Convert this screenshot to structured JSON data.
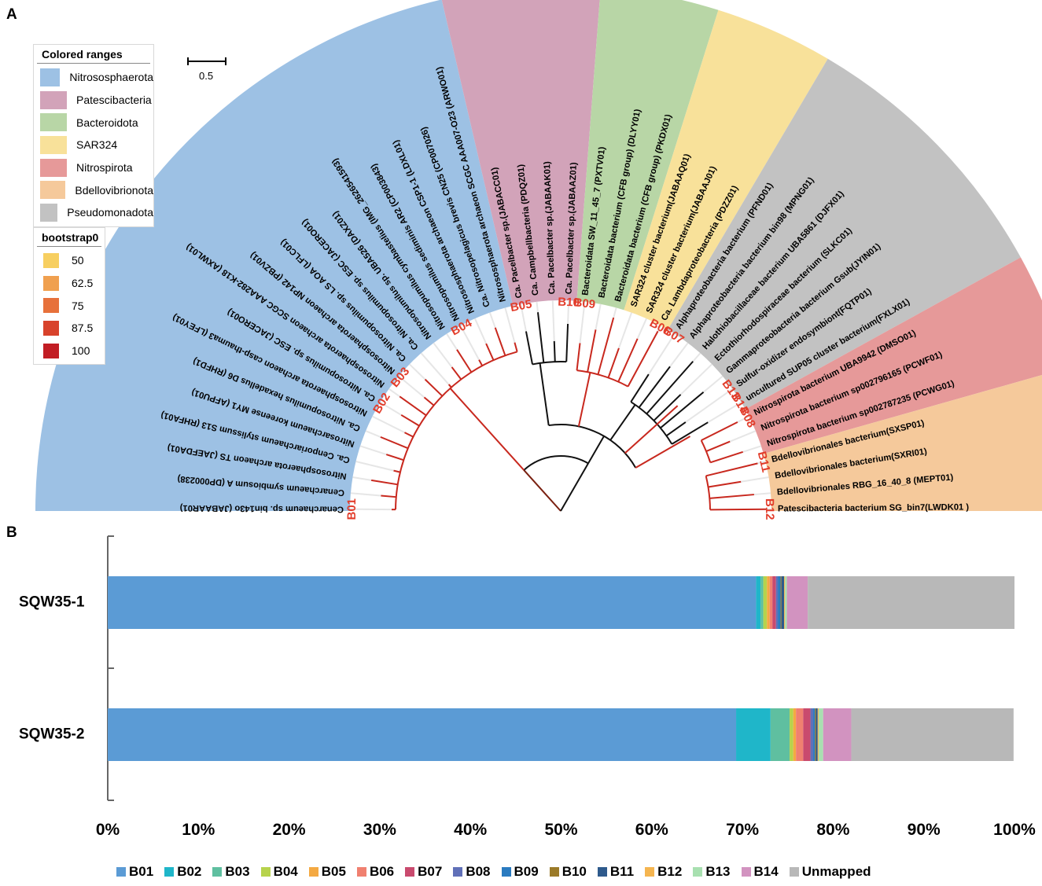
{
  "panels": {
    "a": "A",
    "b": "B"
  },
  "legend_ranges": {
    "title": "Colored ranges",
    "items": [
      {
        "label": "Nitrososphaerota",
        "color": "#9dc1e4"
      },
      {
        "label": "Patescibacteria",
        "color": "#d2a3b9"
      },
      {
        "label": "Bacteroidota",
        "color": "#b8d6a6"
      },
      {
        "label": "SAR324",
        "color": "#f8e19a"
      },
      {
        "label": "Nitrospirota",
        "color": "#e69999"
      },
      {
        "label": "Bdellovibrionota",
        "color": "#f5c99b"
      },
      {
        "label": "Pseudomonadota",
        "color": "#c2c2c2"
      }
    ]
  },
  "legend_bootstrap": {
    "title": "bootstrap0",
    "items": [
      {
        "label": "50",
        "color": "#f7cf60"
      },
      {
        "label": "62.5",
        "color": "#f0a04f"
      },
      {
        "label": "75",
        "color": "#e7713b"
      },
      {
        "label": "87.5",
        "color": "#d8422b"
      },
      {
        "label": "100",
        "color": "#c21d24"
      }
    ]
  },
  "scale": {
    "label": "0.5"
  },
  "tree": {
    "tips": [
      {
        "label": "Cenarchaeum sp. bin143o (JABAAR01)",
        "group": 0
      },
      {
        "label": "Cenarchaeum symbiosum A (DP000238)",
        "group": 0
      },
      {
        "label": "Nitrososphaerota archaeon TS (JAEFDA01)",
        "group": 0
      },
      {
        "label": "Ca. Cenporiarchaeum stylissum S13 (RHFA01)",
        "group": 0
      },
      {
        "label": "Nitrosarchaeum koreense MY1 (AFPU01)",
        "group": 0
      },
      {
        "label": "Ca. Nitrosopumilus hexadellus D6 (RHFD1)",
        "group": 0
      },
      {
        "label": "Nitrososphaerota archaeon casp-thauma3 (LFEY01)",
        "group": 0
      },
      {
        "label": "Ca. Nitrosopumilus sp. ESC (JACERO01)",
        "group": 0
      },
      {
        "label": "Nitrososphaerota archaeon SCGC AAA282-K18 (AXWL01)",
        "group": 0
      },
      {
        "label": "Nitrososphaerota archaeon NP142 (PBZV01)",
        "group": 0
      },
      {
        "label": "Ca. Nitrosopumilus sp. LS AOA (LFLC01)",
        "group": 0
      },
      {
        "label": "Ca. Nitrosopumilus sp. ESC (JACERO01)",
        "group": 0
      },
      {
        "label": "Nitrosopumilus sp. UBA526 (DAXZ01)",
        "group": 0
      },
      {
        "label": "Nitrosopumilus cymbastelius (IMG_2626541593)",
        "group": 0
      },
      {
        "label": "Nitrosopumilus sediminis AR2 (CP003843)",
        "group": 0
      },
      {
        "label": "Nitrososphaerota archaeon CSP1-1 (LDXL01)",
        "group": 0
      },
      {
        "label": "Ca. Nitrosopelagicus brevis CN25 (CP007026)",
        "group": 0
      },
      {
        "label": "Nitrososphaerota archaeon SCGC AAA007-O23 (ARWO01)",
        "group": 0
      },
      {
        "label": "Ca. Pacelbacter sp.(JABACC01)",
        "group": 1
      },
      {
        "label": "Ca. Campbellbacteria (PDQZ01)",
        "group": 1
      },
      {
        "label": "Ca. Pacelbacter sp.(JABAAK01)",
        "group": 1
      },
      {
        "label": "Ca. Pacelbacter sp.(JABAAZ01)",
        "group": 1
      },
      {
        "label": "Bacteroidata SW_11_45_7 (PXTV01)",
        "group": 2
      },
      {
        "label": "Bacteroidata bacterium (CFB group) (DLYY01)",
        "group": 2
      },
      {
        "label": "Bacteroidata bacterium (CFB group) (PKDX01)",
        "group": 2
      },
      {
        "label": "SAR324 cluster bacterium(JABAAQ01)",
        "group": 3
      },
      {
        "label": "SAR324 cluster bacterium(JABAAJ01)",
        "group": 3
      },
      {
        "label": "Ca. Lambdaproteobacteria (PDZZ01)",
        "group": 3
      },
      {
        "label": "Alphaproteobacteria bacterium (PFND01)",
        "group": 6
      },
      {
        "label": "Alphaproteobacteria bacterium bin98 (MPNG01)",
        "group": 6
      },
      {
        "label": "Halothiobacillaceae bacterium UBA5861 (DJFX01)",
        "group": 6
      },
      {
        "label": "Ectothiorhodospiraceae bacterium (SLKC01)",
        "group": 6
      },
      {
        "label": "Gammaproteobacteria bacterium Gsub(JYIN01)",
        "group": 6
      },
      {
        "label": "Sulfur-oxidizer endosymbiont(FQTP01)",
        "group": 6
      },
      {
        "label": "uncultured SUP05 cluster bacterium(FXLX01)",
        "group": 6
      },
      {
        "label": "Nitrospirota bacterium UBA9942 (DMSO01)",
        "group": 4
      },
      {
        "label": "Nitrospirota bacterium sp002796165 (PCWF01)",
        "group": 4
      },
      {
        "label": "Nitrospirota bacterium sp002787235 (PCWG01)",
        "group": 4
      },
      {
        "label": "Bdellovibrionales bacterium(SXSP01)",
        "group": 5
      },
      {
        "label": "Bdellovibrionales bacterium(SXRI01)",
        "group": 5
      },
      {
        "label": "Bdellovibrionales RBG_16_40_8 (MEPT01)",
        "group": 5
      },
      {
        "label": "Patescibacteria bacterium SG_bin7(LWDK01 )",
        "group": 5
      }
    ],
    "bins": [
      {
        "label": "B01",
        "tip": 0
      },
      {
        "label": "B02",
        "tip": 7
      },
      {
        "label": "B03",
        "tip": 9
      },
      {
        "label": "B04",
        "tip": 14
      },
      {
        "label": "B05",
        "tip": 18
      },
      {
        "label": "B10",
        "tip": 21
      },
      {
        "label": "B09",
        "tip": 22
      },
      {
        "label": "B06",
        "tip": 27
      },
      {
        "label": "B07",
        "tip": 28
      },
      {
        "label": "B13",
        "tip": 33
      },
      {
        "label": "B14",
        "tip": 34
      },
      {
        "label": "B08",
        "tip": 35
      },
      {
        "label": "B11",
        "tip": 38
      },
      {
        "label": "B12",
        "tip": 41
      }
    ]
  },
  "chart_data": {
    "type": "bar",
    "orientation": "horizontal",
    "stacked": true,
    "categories": [
      "SQW35-1",
      "SQW35-2"
    ],
    "xlim": [
      0,
      100
    ],
    "x_ticks": [
      "0%",
      "10%",
      "20%",
      "30%",
      "40%",
      "50%",
      "60%",
      "70%",
      "80%",
      "90%",
      "100%"
    ],
    "legend_position": "bottom",
    "series": [
      {
        "name": "B01",
        "color": "#5b9bd5",
        "values": [
          71.5,
          69.3
        ]
      },
      {
        "name": "B02",
        "color": "#1fb6c9",
        "values": [
          0.5,
          3.8
        ]
      },
      {
        "name": "B03",
        "color": "#5fbfa0",
        "values": [
          0.3,
          2.1
        ]
      },
      {
        "name": "B04",
        "color": "#b7d34c",
        "values": [
          0.4,
          0.4
        ]
      },
      {
        "name": "B05",
        "color": "#f4a942",
        "values": [
          0.3,
          0.3
        ]
      },
      {
        "name": "B06",
        "color": "#f08070",
        "values": [
          0.3,
          0.8
        ]
      },
      {
        "name": "B07",
        "color": "#c94a6e",
        "values": [
          0.4,
          0.8
        ]
      },
      {
        "name": "B08",
        "color": "#6070b8",
        "values": [
          0.2,
          0.3
        ]
      },
      {
        "name": "B09",
        "color": "#2a7bc0",
        "values": [
          0.3,
          0.2
        ]
      },
      {
        "name": "B10",
        "color": "#9b7a28",
        "values": [
          0.1,
          0.1
        ]
      },
      {
        "name": "B11",
        "color": "#2e5a8c",
        "values": [
          0.3,
          0.2
        ]
      },
      {
        "name": "B12",
        "color": "#f5b550",
        "values": [
          0.1,
          0.1
        ]
      },
      {
        "name": "B13",
        "color": "#a8e0b0",
        "values": [
          0.2,
          0.5
        ]
      },
      {
        "name": "B14",
        "color": "#d293c0",
        "values": [
          2.3,
          3.1
        ]
      },
      {
        "name": "Unmapped",
        "color": "#b8b8b8",
        "values": [
          22.8,
          17.9
        ]
      }
    ]
  }
}
